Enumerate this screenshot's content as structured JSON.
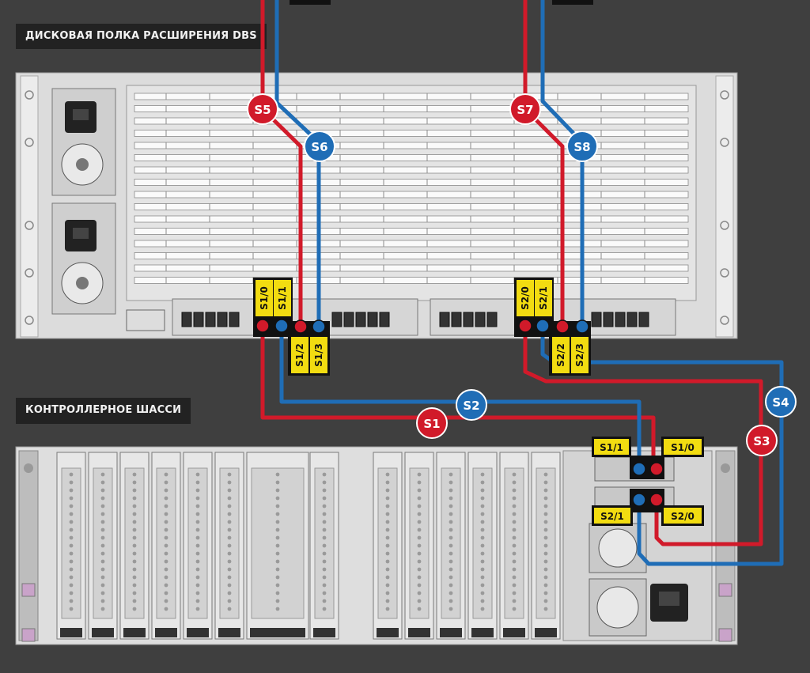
{
  "titles": {
    "dbs_shelf": "ДИСКОВАЯ ПОЛКА РАСШИРЕНИЯ DBS",
    "controller_chassis": "КОНТРОЛЛЕРНОЕ ШАССИ"
  },
  "colors": {
    "background": "#3f3f3f",
    "red_cable": "#d11a2a",
    "blue_cable": "#1f6db6",
    "port_label_bg": "#f2dc11",
    "chassis": "#e6e6e6"
  },
  "cable_badges": [
    "S5",
    "S6",
    "S7",
    "S8",
    "S1",
    "S2",
    "S3",
    "S4"
  ],
  "dbs_ports": {
    "group1": [
      "S1/0",
      "S1/1",
      "S1/2",
      "S1/3"
    ],
    "group2": [
      "S2/0",
      "S2/1",
      "S2/2",
      "S2/3"
    ]
  },
  "controller_ports": [
    "S1/1",
    "S1/0",
    "S2/1",
    "S2/0"
  ]
}
